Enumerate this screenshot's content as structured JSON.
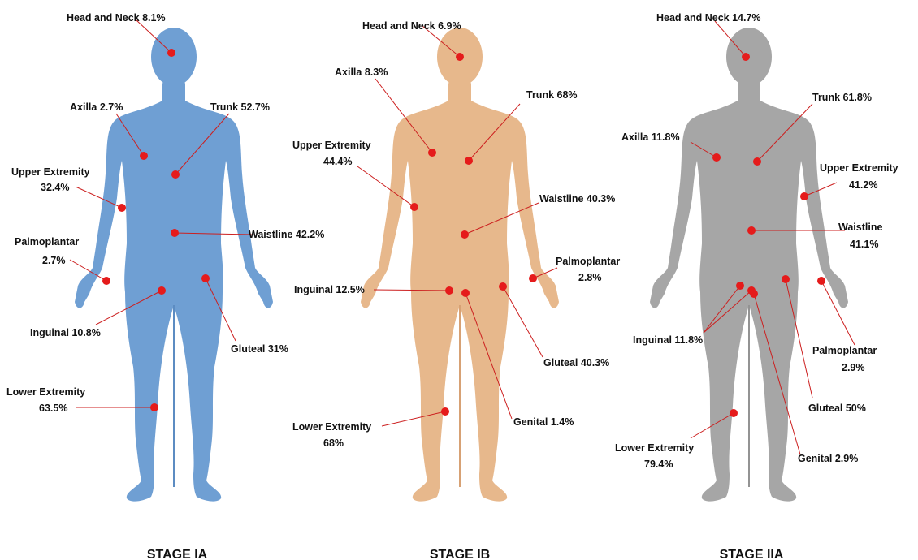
{
  "figures": [
    {
      "stage": "STAGE IA",
      "body_color": "#6f9fd3",
      "body_shade": "#5c8cc2",
      "sites": [
        {
          "lines": [
            "Head and Neck 8.1%"
          ]
        },
        {
          "lines": [
            "Axilla 2.7%"
          ]
        },
        {
          "lines": [
            "Trunk 52.7%"
          ]
        },
        {
          "lines": [
            "Upper Extremity",
            "32.4%"
          ]
        },
        {
          "lines": [
            "Waistline 42.2%"
          ]
        },
        {
          "lines": [
            "Palmoplantar",
            "2.7%"
          ]
        },
        {
          "lines": [
            "Inguinal 10.8%"
          ]
        },
        {
          "lines": [
            "Gluteal 31%"
          ]
        },
        {
          "lines": [
            "Lower Extremity",
            "63.5%"
          ]
        }
      ]
    },
    {
      "stage": "STAGE IB",
      "body_color": "#e7b88c",
      "body_shade": "#d7a174",
      "sites": [
        {
          "lines": [
            "Head and Neck 6.9%"
          ]
        },
        {
          "lines": [
            "Axilla 8.3%"
          ]
        },
        {
          "lines": [
            "Trunk 68%"
          ]
        },
        {
          "lines": [
            "Upper Extremity",
            "44.4%"
          ]
        },
        {
          "lines": [
            "Waistline 40.3%"
          ]
        },
        {
          "lines": [
            "Palmoplantar",
            "2.8%"
          ]
        },
        {
          "lines": [
            "Inguinal 12.5%"
          ]
        },
        {
          "lines": [
            "Gluteal 40.3%"
          ]
        },
        {
          "lines": [
            "Lower Extremity",
            "68%"
          ]
        },
        {
          "lines": [
            "Genital 1.4%"
          ]
        }
      ]
    },
    {
      "stage": "STAGE IIA",
      "body_color": "#a6a6a6",
      "body_shade": "#939393",
      "sites": [
        {
          "lines": [
            "Head and Neck 14.7%"
          ]
        },
        {
          "lines": [
            "Trunk 61.8%"
          ]
        },
        {
          "lines": [
            "Axilla 11.8%"
          ]
        },
        {
          "lines": [
            "Upper Extremity",
            "41.2%"
          ]
        },
        {
          "lines": [
            "Waistline",
            "41.1%"
          ]
        },
        {
          "lines": [
            "Palmoplantar",
            "2.9%"
          ]
        },
        {
          "lines": [
            "Inguinal 11.8%"
          ]
        },
        {
          "lines": [
            "Gluteal 50%"
          ]
        },
        {
          "lines": [
            "Lower Extremity",
            "79.4%"
          ]
        },
        {
          "lines": [
            "Genital 2.9%"
          ]
        }
      ]
    }
  ]
}
